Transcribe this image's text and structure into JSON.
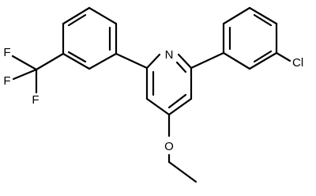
{
  "colors": {
    "bond": "#000000",
    "background": "#ffffff"
  },
  "molecule": {
    "atoms": {
      "nitrogen": "N",
      "oxygen": "O",
      "chlorine": "Cl",
      "fluorine_1": "F",
      "fluorine_2": "F",
      "fluorine_3": "F"
    }
  }
}
